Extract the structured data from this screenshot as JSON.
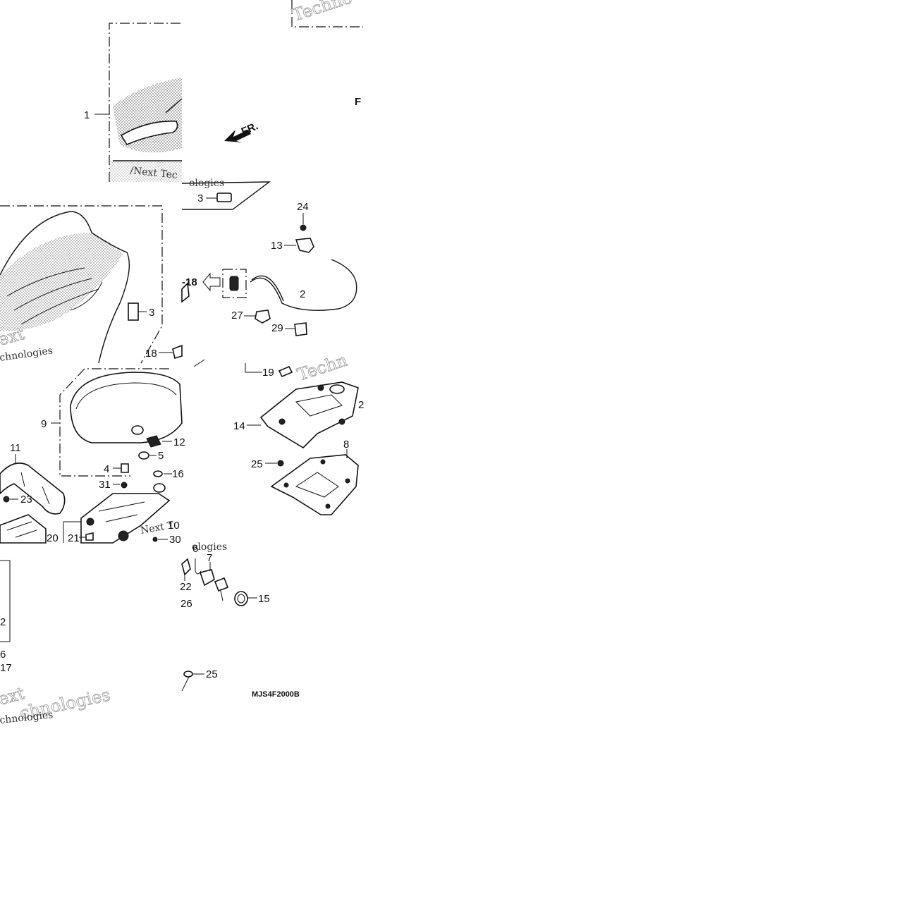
{
  "diagram": {
    "code": "MJS4F2000B",
    "direction_label": "FR.",
    "ref_label": "-18",
    "clipped_letter": "F",
    "watermarks": {
      "technologies_1": "Techno",
      "next_tec": "/Next Tec",
      "technologies_2": "Techn",
      "ext": "ext",
      "technologies_3": "chnologies",
      "technologies_4": "chnologies",
      "next_t": "Next T",
      "ologies": "ologies",
      "ologies_2": "ologies"
    },
    "callouts": {
      "c1": "1",
      "c3a": "3",
      "c3b": "3",
      "c24": "24",
      "c13": "13",
      "c2": "2",
      "c27": "27",
      "c29": "29",
      "c18": "18",
      "c19": "19",
      "c14": "14",
      "c8": "8",
      "c25a": "25",
      "c9": "9",
      "c12": "12",
      "c5": "5",
      "c4": "4",
      "c11": "11",
      "c16": "16",
      "c31": "31",
      "c23": "23",
      "c20": "20",
      "c21": "21",
      "c10": "10",
      "c30": "30",
      "c6": "6",
      "c7": "7",
      "c22": "22",
      "c26": "26",
      "c15": "15",
      "c25b": "25",
      "c2b": "2",
      "c6b": "6",
      "c17": "17"
    }
  }
}
